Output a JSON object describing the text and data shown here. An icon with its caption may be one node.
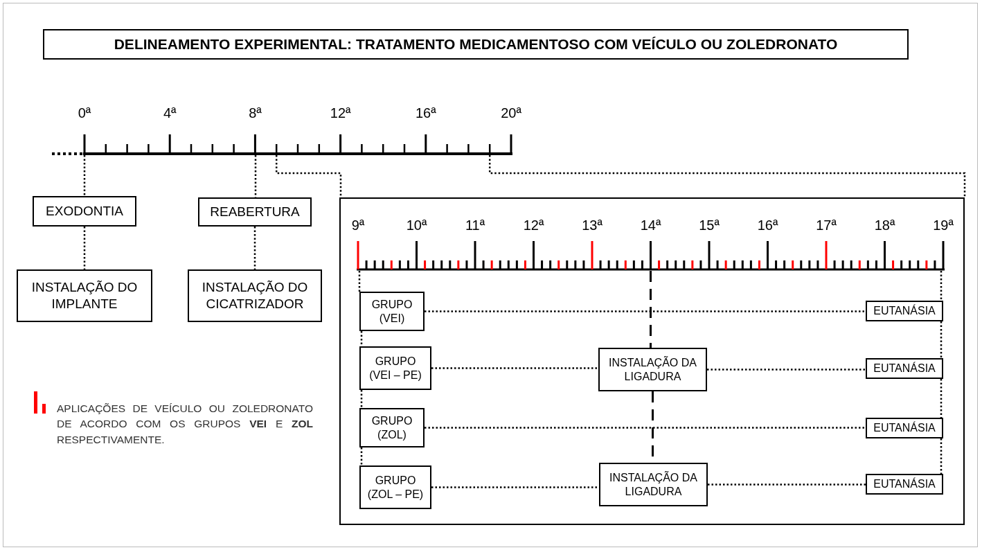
{
  "diagram": {
    "title": "DELINEAMENTO EXPERIMENTAL: TRATAMENTO MEDICAMENTOSO COM VEÍCULO OU ZOLEDRONATO",
    "nodes": [
      {
        "text": [
          "EXODONTIA"
        ]
      },
      {
        "text": [
          "INSTALAÇÃO DO IMPLANTE"
        ]
      },
      {
        "text": [
          "REABERTURA"
        ]
      },
      {
        "text": [
          "INSTALAÇÃO DO CICATRIZADOR"
        ]
      },
      {
        "text": [],
        "shape": "box"
      },
      {
        "text": [
          "GRUPO (VEI)"
        ],
        "in": 4
      },
      {
        "text": [
          "EUTANÁSIA"
        ],
        "in": 4
      },
      {
        "text": [
          "GRUPO (VEI – PE)"
        ],
        "in": 4
      },
      {
        "text": [
          "INSTALAÇÃO DA LIGADURA"
        ],
        "in": 4
      },
      {
        "text": [
          "EUTANÁSIA"
        ],
        "in": 4
      },
      {
        "text": [
          "GRUPO (ZOL)"
        ],
        "in": 4
      },
      {
        "text": [
          "EUTANÁSIA"
        ],
        "in": 4
      },
      {
        "text": [
          "GRUPO (ZOL – PE)"
        ],
        "in": 4
      },
      {
        "text": [
          "INSTALAÇÃO DA LIGADURA"
        ],
        "in": 4
      },
      {
        "text": [
          "EUTANÁSIA"
        ],
        "in": 4
      }
    ],
    "edges": [
      {
        "from": null,
        "to": 0,
        "arrow": "none"
      },
      {
        "from": 0,
        "to": 1,
        "arrow": "none"
      },
      {
        "from": null,
        "to": 2,
        "arrow": "none"
      },
      {
        "from": 2,
        "to": 3,
        "arrow": "none"
      },
      {
        "from": null,
        "to": 4,
        "arrow": "none"
      },
      {
        "from": null,
        "to": 4,
        "arrow": "none"
      },
      {
        "from": null,
        "to": 5,
        "arrow": "none"
      },
      {
        "from": 5,
        "to": 7,
        "arrow": "none"
      },
      {
        "from": 7,
        "to": 10,
        "arrow": "none"
      },
      {
        "from": 10,
        "to": 12,
        "arrow": "none"
      },
      {
        "from": null,
        "to": 6,
        "arrow": "none"
      },
      {
        "from": 6,
        "to": 9,
        "arrow": "none"
      },
      {
        "from": 9,
        "to": 11,
        "arrow": "none"
      },
      {
        "from": 11,
        "to": 14,
        "arrow": "none"
      },
      {
        "from": 5,
        "to": 6,
        "arrow": "none"
      },
      {
        "from": 7,
        "to": 8,
        "arrow": "none"
      },
      {
        "from": 8,
        "to": 9,
        "arrow": "none"
      },
      {
        "from": 10,
        "to": 11,
        "arrow": "none"
      },
      {
        "from": 12,
        "to": 13,
        "arrow": "none"
      },
      {
        "from": 13,
        "to": 14,
        "arrow": "none"
      },
      {
        "from": null,
        "to": 8,
        "arrow": "none",
        "style": "dashed"
      },
      {
        "from": 8,
        "to": 13,
        "arrow": "none",
        "style": "dashed"
      }
    ],
    "labels": [
      "0ª",
      "4ª",
      "8ª",
      "12ª",
      "16ª",
      "20ª",
      "9ª",
      "10ª",
      "11ª",
      "12ª",
      "13ª",
      "14ª",
      "15ª",
      "16ª",
      "17ª",
      "18ª",
      "19ª"
    ],
    "legend": [
      {
        "text": "APLICAÇÕES DE VEÍCULO OU ZOLEDRONATO DE ACORDO COM OS GRUPOS **VEI** E **ZOL** RESPECTIVAMENTE.",
        "color": "#ff0000"
      }
    ]
  }
}
